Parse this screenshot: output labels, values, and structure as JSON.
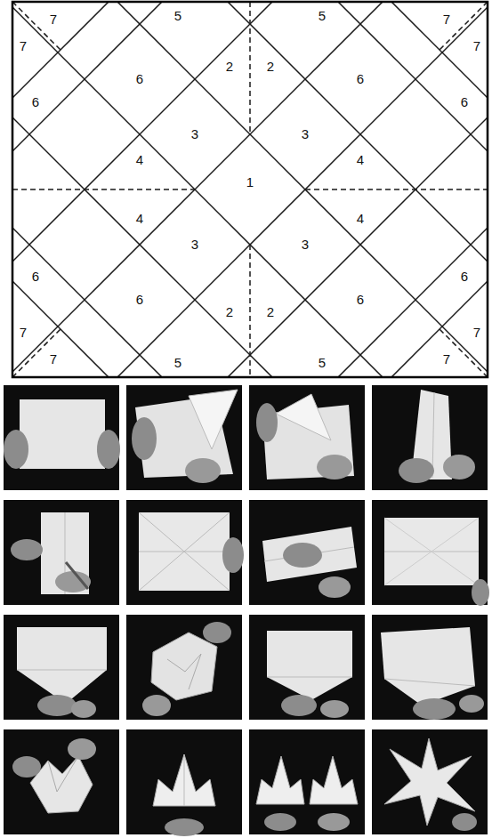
{
  "diagram": {
    "labels": [
      "5",
      "5",
      "7",
      "7",
      "7",
      "7",
      "2",
      "2",
      "6",
      "6",
      "6",
      "6",
      "3",
      "3",
      "4",
      "4",
      "1",
      "4",
      "4",
      "3",
      "3",
      "6",
      "6",
      "6",
      "6",
      "2",
      "2",
      "7",
      "7",
      "7",
      "7",
      "5",
      "5"
    ]
  }
}
